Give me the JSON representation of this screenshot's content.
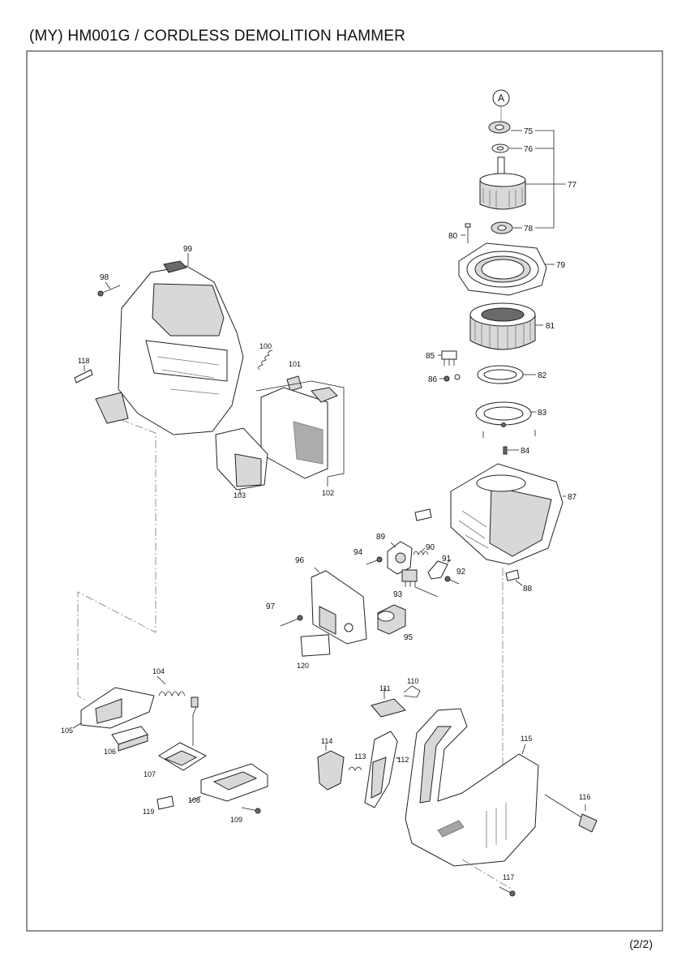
{
  "header": {
    "title": "(MY) HM001G / CORDLESS DEMOLITION HAMMER",
    "page": "(2/2)"
  },
  "callout": {
    "letter": "A"
  },
  "part_labels": {
    "p75": "75",
    "p76": "76",
    "p77": "77",
    "p78": "78",
    "p79": "79",
    "p80": "80",
    "p81": "81",
    "p82": "82",
    "p83": "83",
    "p84": "84",
    "p85": "85",
    "p86": "86",
    "p87": "87",
    "p88": "88",
    "p89": "89",
    "p90": "90",
    "p91": "91",
    "p92": "92",
    "p93": "93",
    "p94": "94",
    "p95": "95",
    "p96": "96",
    "p97": "97",
    "p98": "98",
    "p99": "99",
    "p100": "100",
    "p101": "101",
    "p102": "102",
    "p103": "103",
    "p104": "104",
    "p105": "105",
    "p106": "106",
    "p107": "107",
    "p108": "108",
    "p109": "109",
    "p110": "110",
    "p111": "111",
    "p112": "112",
    "p113": "113",
    "p114": "114",
    "p115": "115",
    "p116": "116",
    "p117": "117",
    "p118": "118",
    "p119": "119",
    "p120": "120"
  }
}
